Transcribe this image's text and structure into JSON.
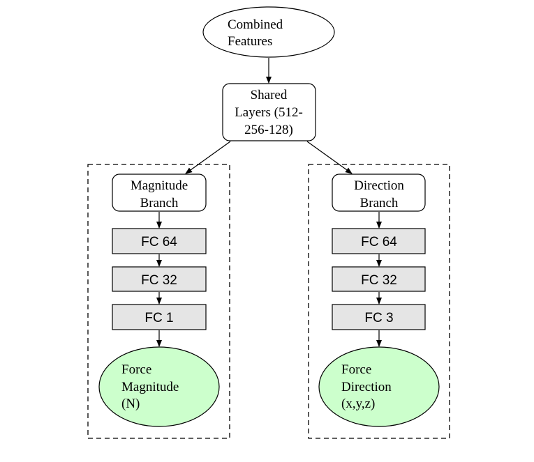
{
  "diagram": {
    "input": {
      "lines": [
        "Combined",
        "Features"
      ]
    },
    "shared": {
      "lines": [
        "Shared",
        "Layers (512-",
        "256-128)"
      ]
    },
    "magnitude_branch": {
      "header_lines": [
        "Magnitude",
        "Branch"
      ],
      "layers": [
        "FC 64",
        "FC 32",
        "FC 1"
      ],
      "output_lines": [
        "Force",
        "Magnitude",
        "(N)"
      ]
    },
    "direction_branch": {
      "header_lines": [
        "Direction",
        "Branch"
      ],
      "layers": [
        "FC 64",
        "FC 32",
        "FC 3"
      ],
      "output_lines": [
        "Force",
        "Direction",
        "(x,y,z)"
      ]
    },
    "colors": {
      "fc_fill": "#e5e5e5",
      "output_fill": "#ccffcc",
      "stroke": "#000000",
      "background": "#ffffff"
    }
  }
}
